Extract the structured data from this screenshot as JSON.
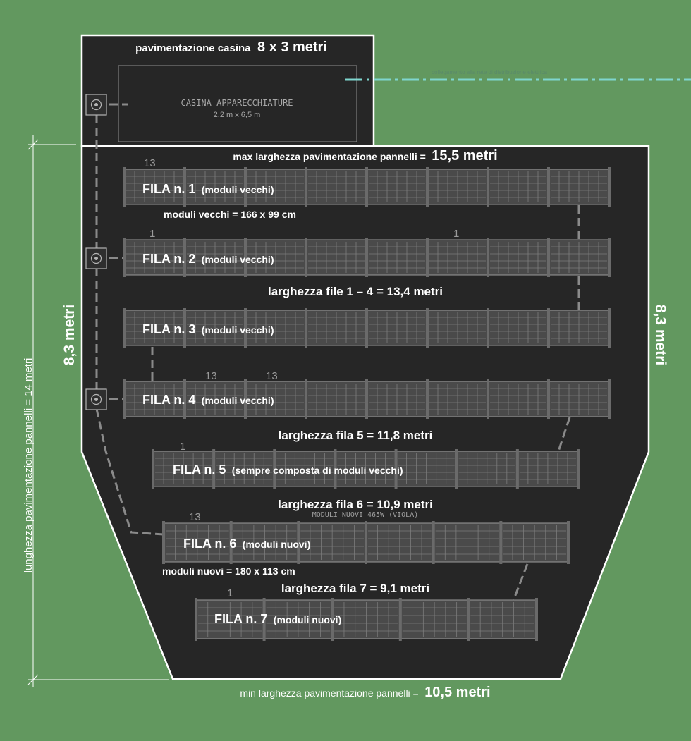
{
  "colors": {
    "background": "#62985f",
    "plot": "#262626",
    "outline": "#ffffff",
    "panel_fill": "#4a4a4a",
    "panel_grid": "#7c7c7c",
    "dash_gray": "#8a8a8a",
    "dash_cyan": "#7fd6cf"
  },
  "casina": {
    "title_small": "pavimentazione casina",
    "title_big": "8 x 3 metri",
    "box_title": "CASINA APPARECCHIATURE",
    "box_dims": "2,2 m x 6,5 m",
    "faint_text": "collegamento alla rete di distribuzione elettrica"
  },
  "dimensions": {
    "max_width_label": "max larghezza pavimentazione pannelli =",
    "max_width_value": "15,5 metri",
    "min_width_label": "min larghezza pavimentazione pannelli =",
    "min_width_value": "10,5 metri",
    "left_height": "8,3 metri",
    "right_height": "8,3 metri",
    "total_length": "lunghezza pavimentazione pannelli = 14 metri"
  },
  "notes": {
    "old_modules": "moduli vecchi = 166 x 99 cm",
    "new_modules": "moduli nuovi = 180 x 113 cm",
    "rows_1_4": "larghezza file 1 – 4 = 13,4 metri",
    "row_5": "larghezza fila 5 = 11,8 metri",
    "row_6": "larghezza fila 6 = 10,9 metri",
    "row_7": "larghezza fila 7 = 9,1 metri",
    "new_modules_tag": "MODULI NUOVI 465W (VIOLA)"
  },
  "rows": [
    {
      "name": "FILA n. 1",
      "desc": "(moduli vecchi)"
    },
    {
      "name": "FILA n. 2",
      "desc": "(moduli vecchi)"
    },
    {
      "name": "FILA n. 3",
      "desc": "(moduli vecchi)"
    },
    {
      "name": "FILA n. 4",
      "desc": "(moduli vecchi)"
    },
    {
      "name": "FILA n. 5",
      "desc": "(sempre composta di moduli vecchi)"
    },
    {
      "name": "FILA n. 6",
      "desc": "(moduli nuovi)"
    },
    {
      "name": "FILA n. 7",
      "desc": "(moduli nuovi)"
    }
  ],
  "string_numbers": {
    "r1_a": "13",
    "r2_a": "1",
    "r2_b": "1",
    "r4_a": "13",
    "r4_b": "13",
    "r5_a": "1",
    "r6_a": "13",
    "r7_a": "1"
  }
}
